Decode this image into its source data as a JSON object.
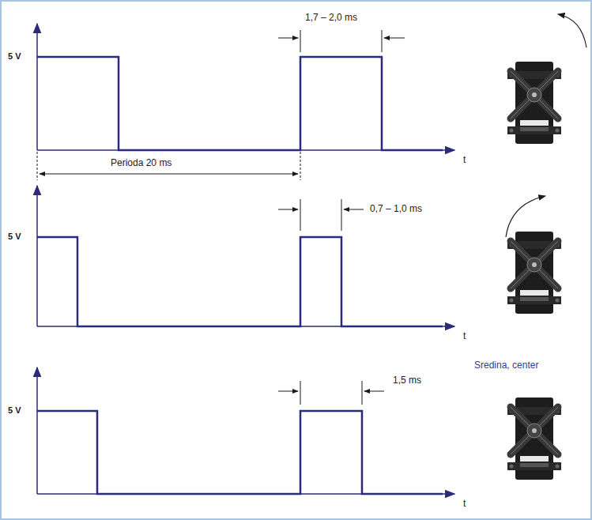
{
  "diagram": {
    "labels": [
      "1,7 – 2,0 ms",
      "5 V",
      "t",
      "Perioda 20 ms",
      "0,7 – 1,0 ms",
      "5 V",
      "t",
      "1,5 ms",
      "Sredina, center",
      "5 V",
      "t"
    ]
  }
}
